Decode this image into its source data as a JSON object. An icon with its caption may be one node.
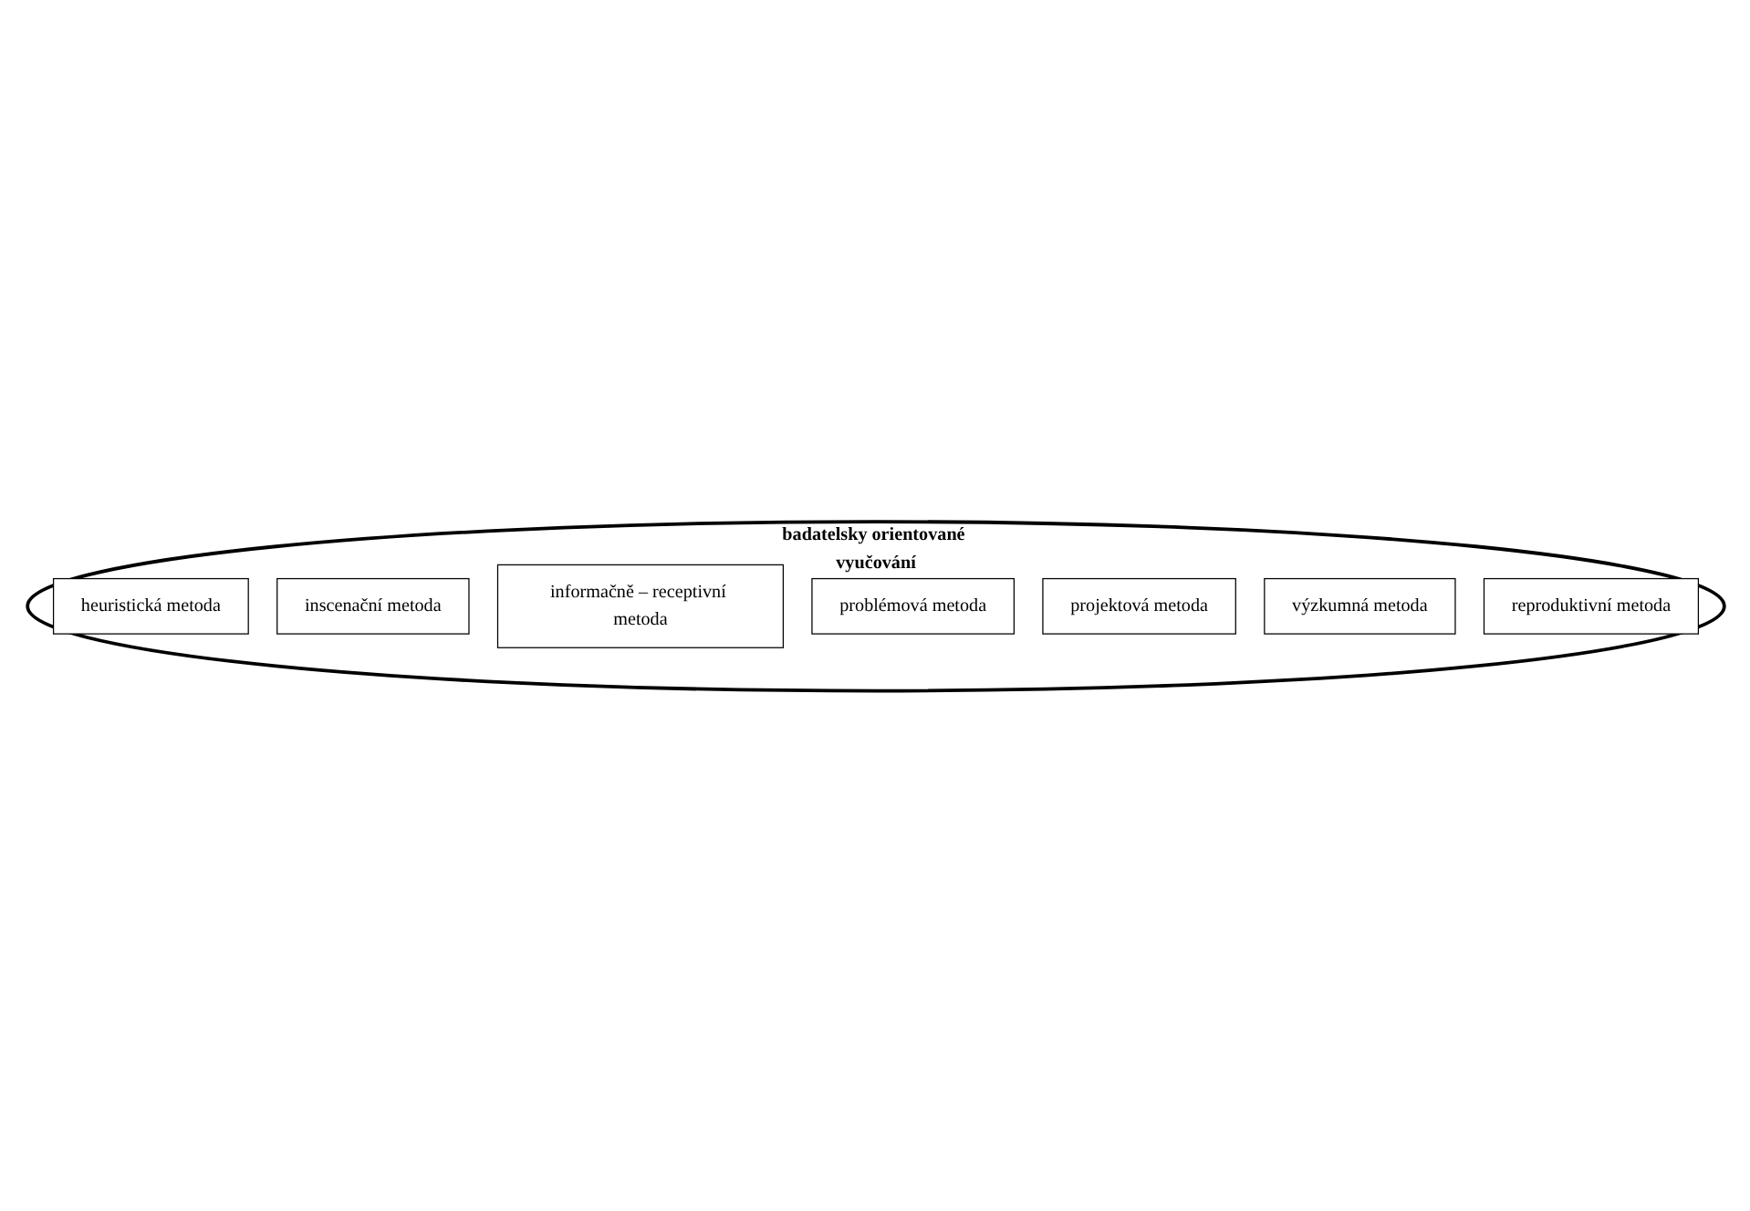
{
  "diagram": {
    "nodes": [
      {
        "text": [
          "badatelsky orientované vyučování"
        ]
      },
      {
        "text": [
          "heuristická metoda"
        ],
        "in": 0
      },
      {
        "text": [
          "inscenační metoda"
        ],
        "in": 0
      },
      {
        "text": [
          "informačně – receptivní metoda"
        ],
        "in": 0
      },
      {
        "text": [
          "problémová metoda"
        ],
        "in": 0
      },
      {
        "text": [
          "projektová metoda"
        ],
        "in": 0
      },
      {
        "text": [
          "výzkumná metoda"
        ],
        "in": 0
      },
      {
        "text": [
          "reproduktivní metoda"
        ],
        "in": 0
      }
    ],
    "edges": []
  }
}
